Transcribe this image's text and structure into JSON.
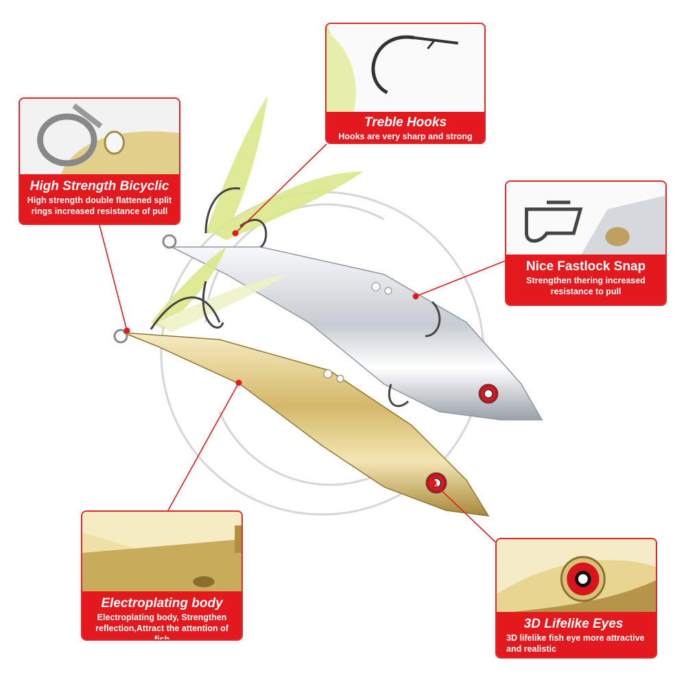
{
  "callouts": {
    "bicyclic": {
      "title": "High Strength Bicyclic",
      "desc_line1": "High strength double flattened split",
      "desc_line2": "rings increased resistance of pull"
    },
    "treble": {
      "title": "Treble Hooks",
      "desc_line1": "Hooks are very sharp and strong"
    },
    "snap": {
      "title": "Nice Fastlock Snap",
      "desc_line1": "Strengthen thering increased",
      "desc_line2": "resistance to pull"
    },
    "electro": {
      "title": "Electroplating body",
      "desc_line1": "Electroplating body, Strengthen",
      "desc_line2": "reflection,Attract the attention of fish"
    },
    "eyes": {
      "title": "3D Lifelike  Eyes",
      "desc_line1": "3D lifelike fish eye more attractive",
      "desc_line2": "and realistic"
    }
  },
  "colors": {
    "accent_red": "#e3191e",
    "gold": "#d9c27a",
    "silver": "#cfd3d8",
    "feather": "#dbe88a"
  },
  "icons": {
    "product": "fishing-lure-pair",
    "watermark": "circle-logo-watermark"
  }
}
